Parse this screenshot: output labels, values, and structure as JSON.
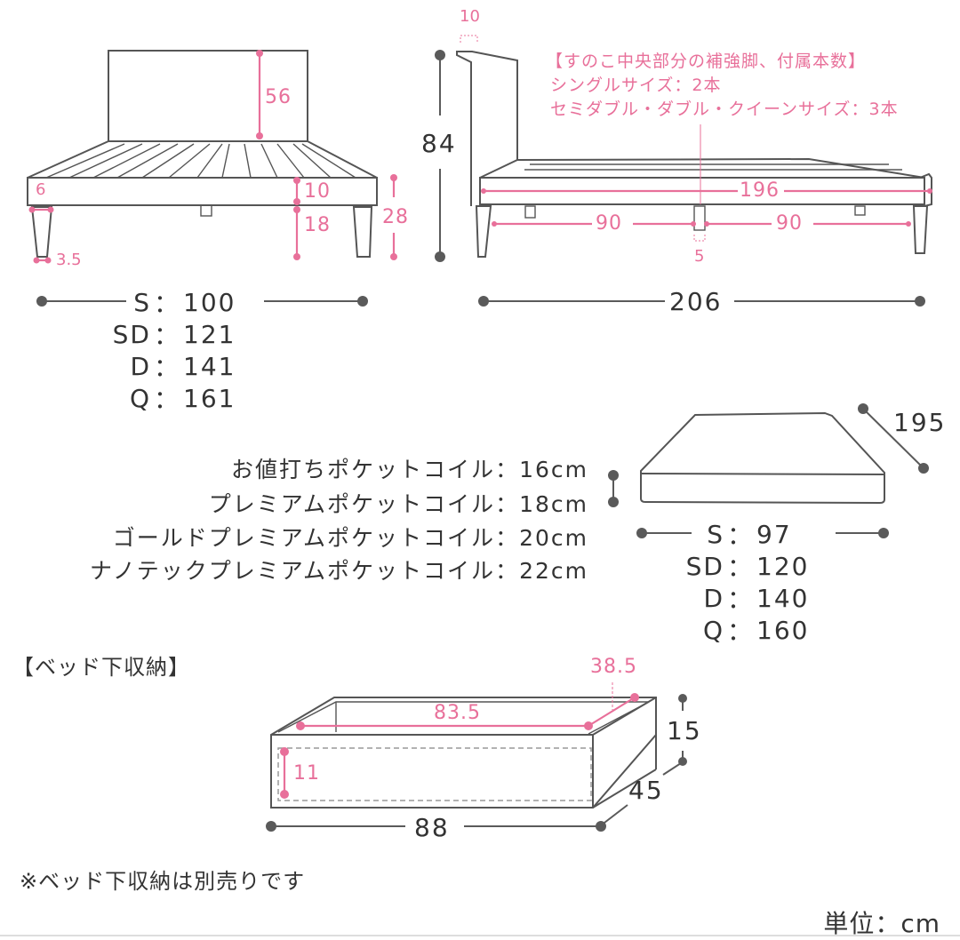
{
  "colors": {
    "line": "#555555",
    "dim_dark": "#5a5a5a",
    "dim_pink": "#e8709a",
    "text": "#333333"
  },
  "front_view": {
    "headboard_height": "56",
    "frame_thickness": "10",
    "leg_height": "18",
    "floor_to_top": "28",
    "leg_top_width": "6",
    "leg_bottom_width": "3.5",
    "widths": [
      {
        "size": "S",
        "sep": "：",
        "value": "100"
      },
      {
        "size": "SD",
        "sep": "：",
        "value": "121"
      },
      {
        "size": "D",
        "sep": "：",
        "value": "141"
      },
      {
        "size": "Q",
        "sep": "：",
        "value": "161"
      }
    ]
  },
  "side_view": {
    "headboard_depth": "10",
    "total_height": "84",
    "frame_length": "196",
    "leg_span_left": "90",
    "leg_span_right": "90",
    "center_leg_width": "5",
    "total_length": "206",
    "support_legs_note": {
      "title": "【すのこ中央部分の補強脚、付属本数】",
      "single": "シングルサイズ：2本",
      "others": "セミダブル・ダブル・クイーンサイズ：3本"
    }
  },
  "mattress": {
    "length": "195",
    "coil_thickness": [
      {
        "name": "お値打ちポケットコイル",
        "sep": "：",
        "value": "16cm"
      },
      {
        "name": "プレミアムポケットコイル",
        "sep": "：",
        "value": "18cm"
      },
      {
        "name": "ゴールドプレミアムポケットコイル",
        "sep": "：",
        "value": "20cm"
      },
      {
        "name": "ナノテックプレミアムポケットコイル",
        "sep": "：",
        "value": "22cm"
      }
    ],
    "widths": [
      {
        "size": "S",
        "sep": "：",
        "value": "97"
      },
      {
        "size": "SD",
        "sep": "：",
        "value": "120"
      },
      {
        "size": "D",
        "sep": "：",
        "value": "140"
      },
      {
        "size": "Q",
        "sep": "：",
        "value": "160"
      }
    ]
  },
  "storage": {
    "heading": "【ベッド下収納】",
    "inner_width": "83.5",
    "inner_depth": "38.5",
    "inner_height": "11",
    "outer_width": "88",
    "outer_depth": "45",
    "outer_height": "15",
    "note": "※ベッド下収納は別売りです"
  },
  "unit_label": "単位：cm"
}
